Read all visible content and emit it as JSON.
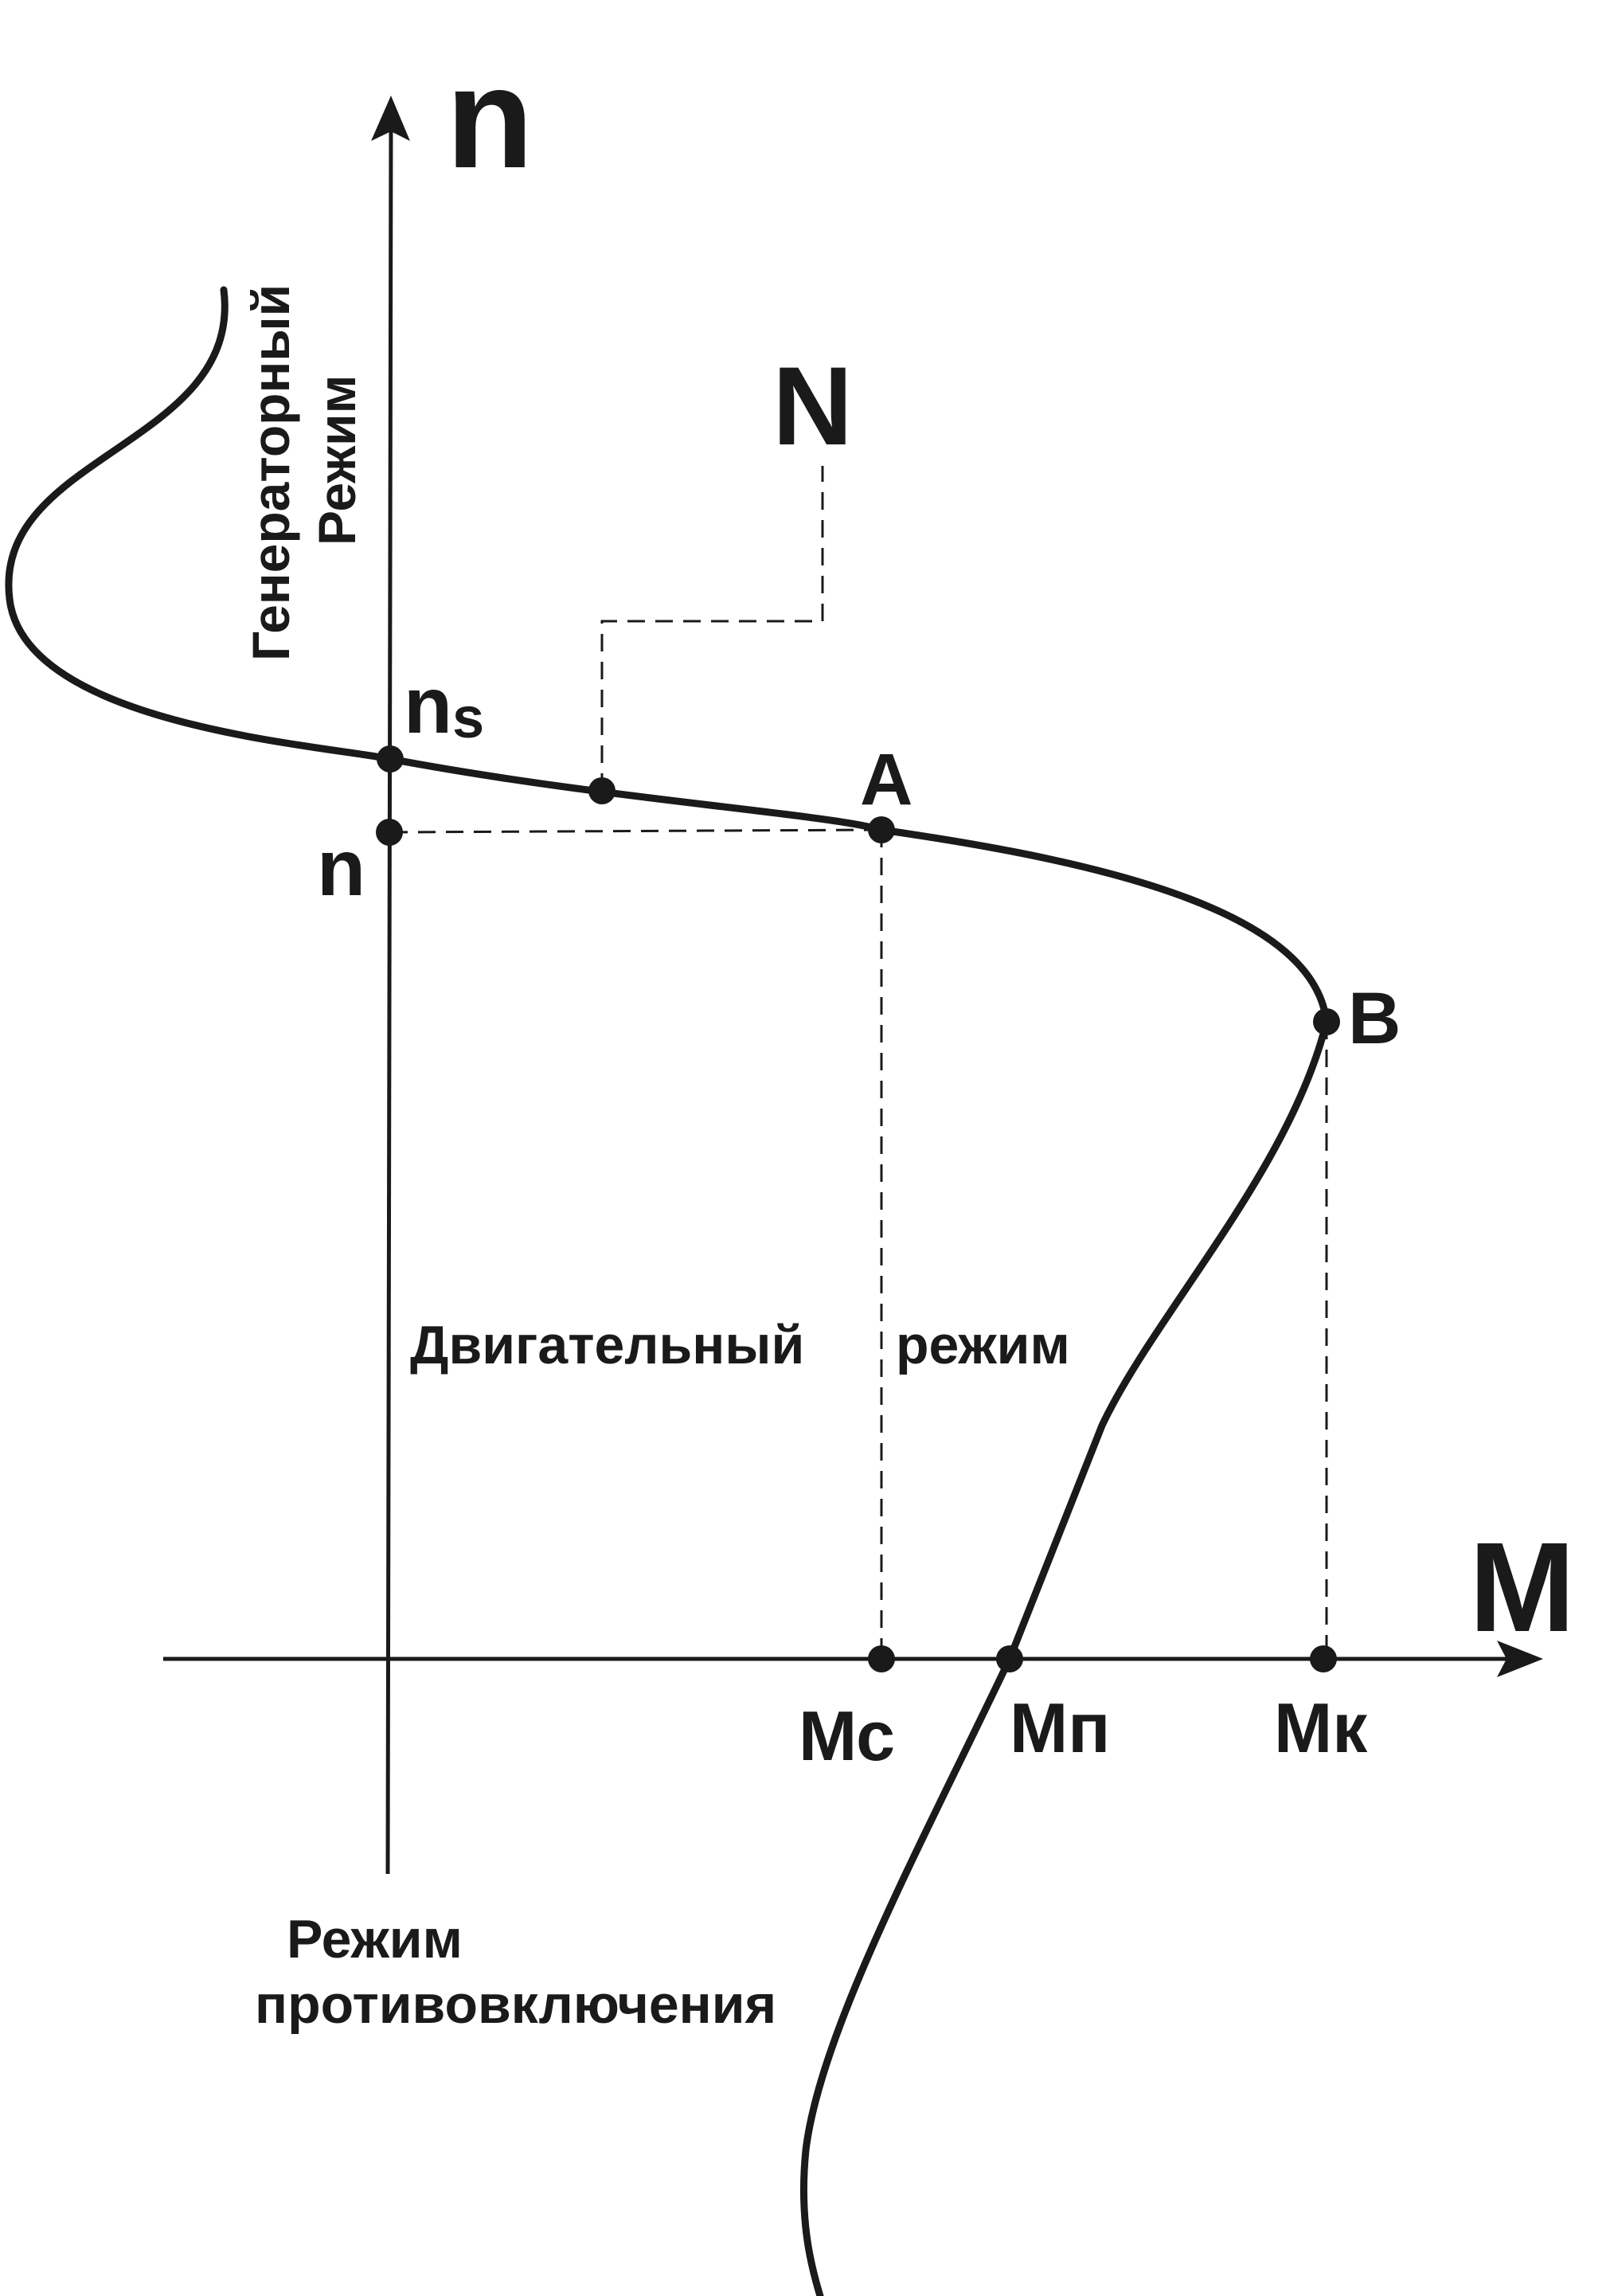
{
  "axes": {
    "vertical_label": "n",
    "horizontal_label": "M"
  },
  "points": {
    "ns": "n",
    "ns_subscript": "s",
    "n": "n",
    "A": "A",
    "B": "B",
    "N": "N"
  },
  "torque_labels": {
    "mc": "Мс",
    "mp": "Мп",
    "mk": "Мк"
  },
  "regions": {
    "generator_line1": "Генераторный",
    "generator_line2": "Режим",
    "motor_part1": "Двигательный",
    "motor_part2": "режим",
    "braking_line1": "Режим",
    "braking_line2": "противовключения"
  },
  "colors": {
    "ink": "#1a1a1a",
    "background": "#ffffff"
  }
}
